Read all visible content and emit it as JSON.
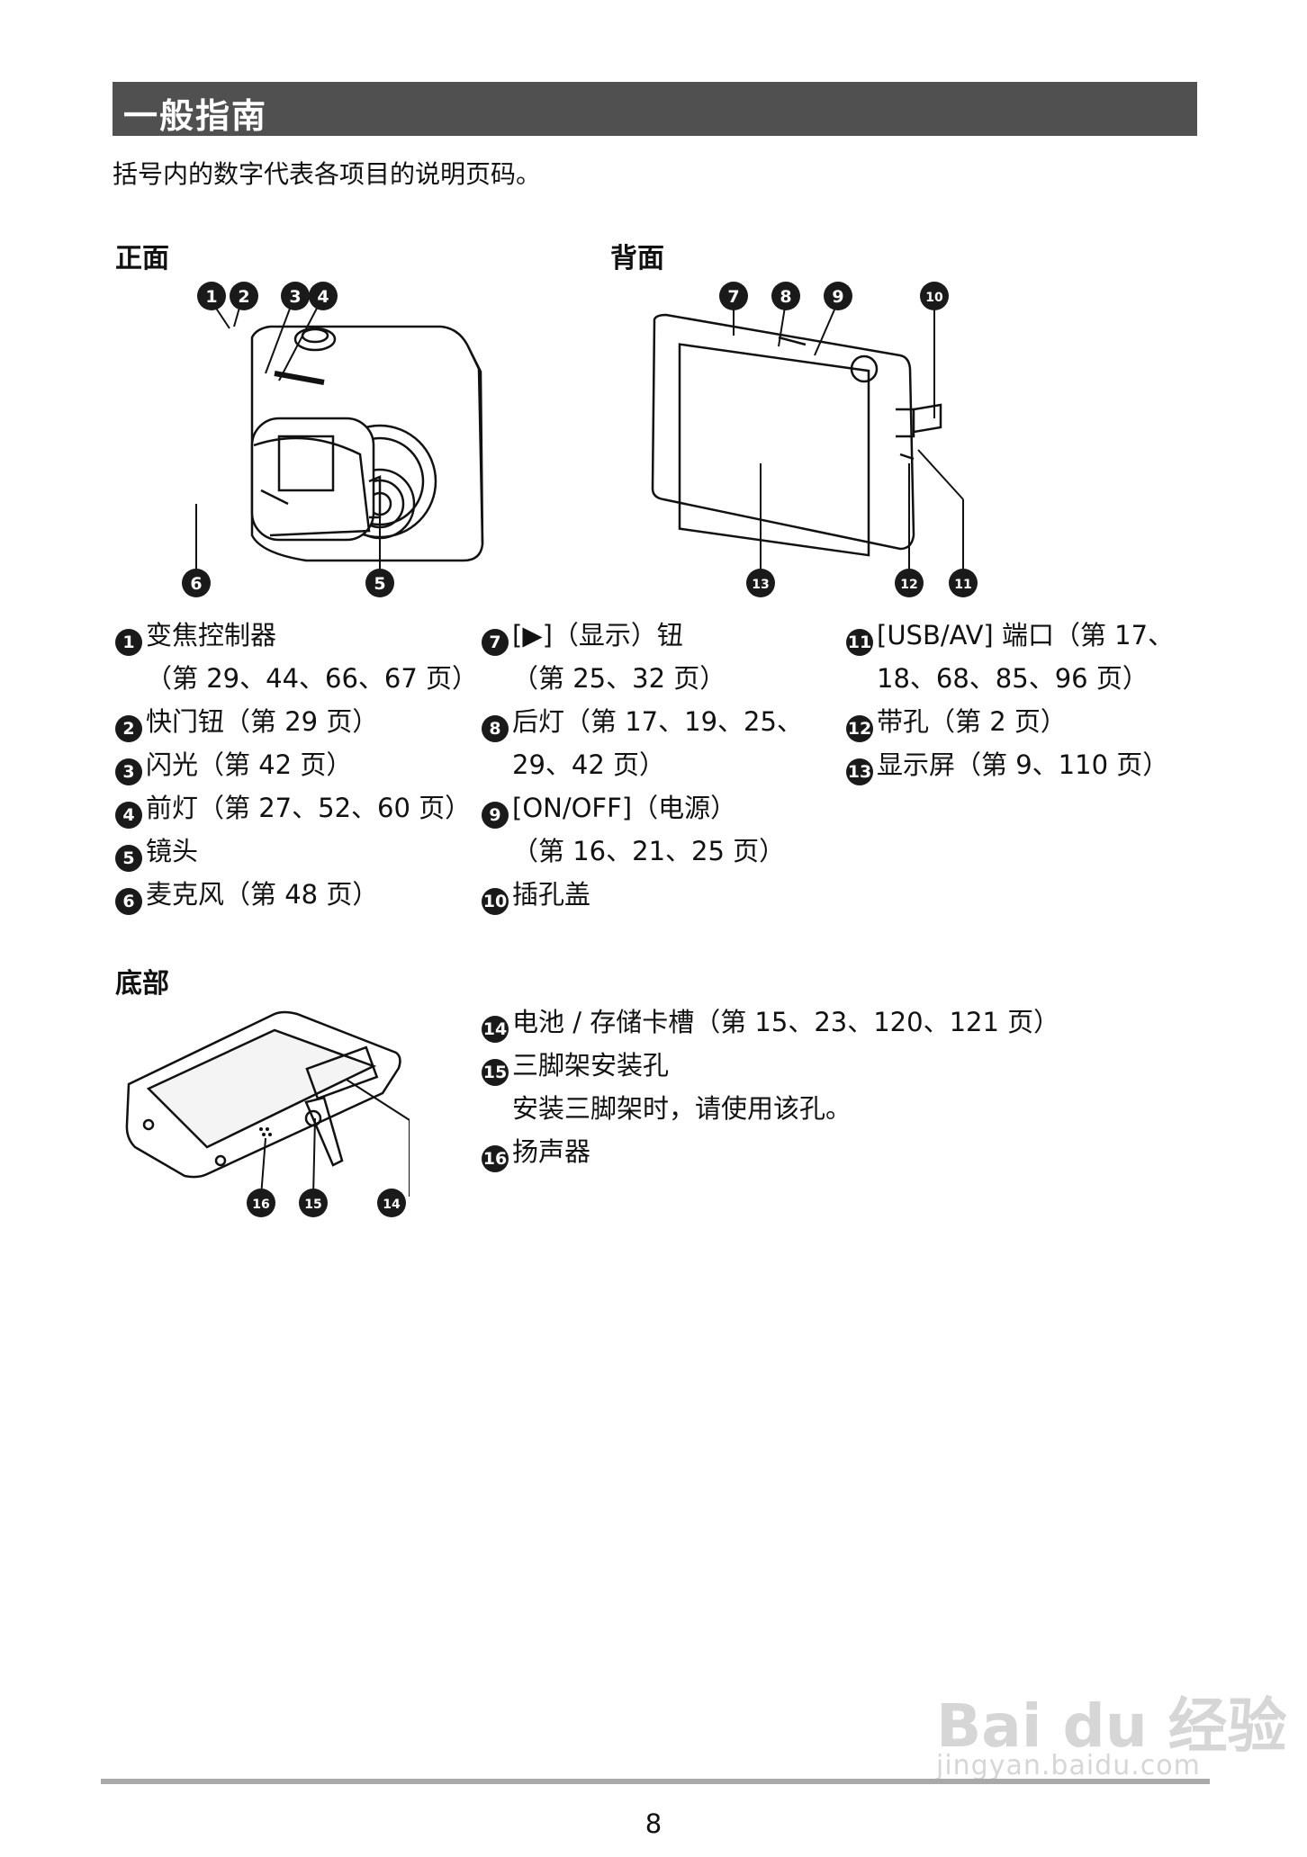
{
  "header": {
    "title": "一般指南"
  },
  "intro": "括号内的数字代表各项目的说明页码。",
  "sections": {
    "front": "正面",
    "back": "背面",
    "bottom": "底部"
  },
  "callouts": [
    "1",
    "2",
    "3",
    "4",
    "5",
    "6",
    "7",
    "8",
    "9",
    "10",
    "11",
    "12",
    "13",
    "14",
    "15",
    "16"
  ],
  "col1": [
    {
      "num": "1",
      "text": "变焦控制器",
      "sub": "（第 29、44、66、67 页）"
    },
    {
      "num": "2",
      "text": "快门钮（第 29 页）"
    },
    {
      "num": "3",
      "text": "闪光（第 42 页）"
    },
    {
      "num": "4",
      "text": "前灯（第 27、52、60 页）"
    },
    {
      "num": "5",
      "text": "镜头"
    },
    {
      "num": "6",
      "text": "麦克风（第 48 页）"
    }
  ],
  "col2": [
    {
      "num": "7",
      "text": "[▶]（显示）钮",
      "sub": "（第 25、32 页）"
    },
    {
      "num": "8",
      "text": "后灯（第 17、19、25、",
      "sub": "29、42 页）"
    },
    {
      "num": "9",
      "text": "[ON/OFF]（电源）",
      "sub": "（第 16、21、25 页）"
    },
    {
      "num": "10",
      "text": "插孔盖"
    }
  ],
  "col3": [
    {
      "num": "11",
      "text": "[USB/AV] 端口（第 17、",
      "sub": "18、68、85、96 页）"
    },
    {
      "num": "12",
      "text": "带孔（第 2 页）"
    },
    {
      "num": "13",
      "text": "显示屏（第 9、110 页）"
    }
  ],
  "bottom_items": [
    {
      "num": "14",
      "text": "电池 / 存储卡槽（第 15、23、120、121 页）"
    },
    {
      "num": "15",
      "text": "三脚架安装孔",
      "sub": "安装三脚架时，请使用该孔。"
    },
    {
      "num": "16",
      "text": "扬声器"
    }
  ],
  "footer": {
    "page_number": "8"
  },
  "watermark": {
    "logo": "Bai du 经验",
    "url": "jingyan.baidu.com"
  }
}
